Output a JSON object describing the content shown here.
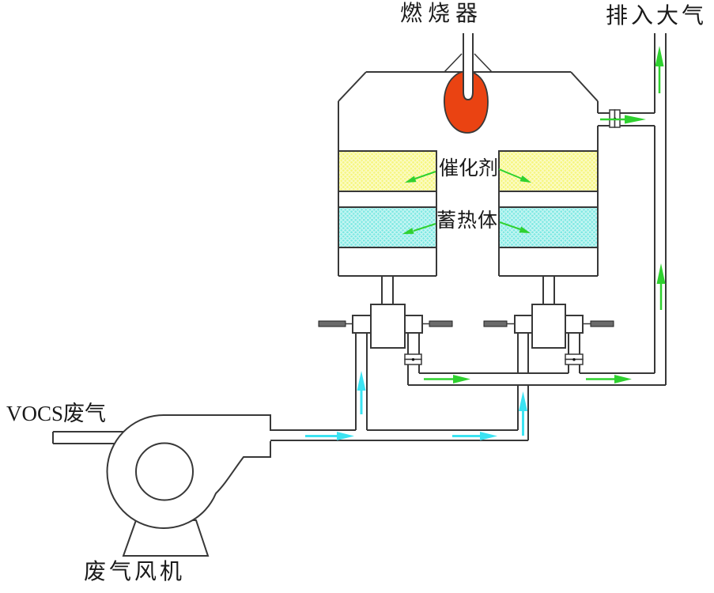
{
  "diagram": {
    "title_hint": "VOCs regenerative catalytic oxidation process schematic",
    "labels": {
      "burner": "燃烧器",
      "exhaust": "排入大气",
      "catalyst": "催化剂",
      "heat_storage": "蓄热体",
      "inlet_gas": "VOCS废气",
      "fan": "废气风机"
    },
    "colors": {
      "flame": "#ea4312",
      "catalyst_bed": "#f6f67e",
      "heat_storage_bed": "#7fe9e3",
      "flow_clean": "#2fd12f",
      "flow_raw": "#3be3f2",
      "line": "#383838"
    }
  }
}
